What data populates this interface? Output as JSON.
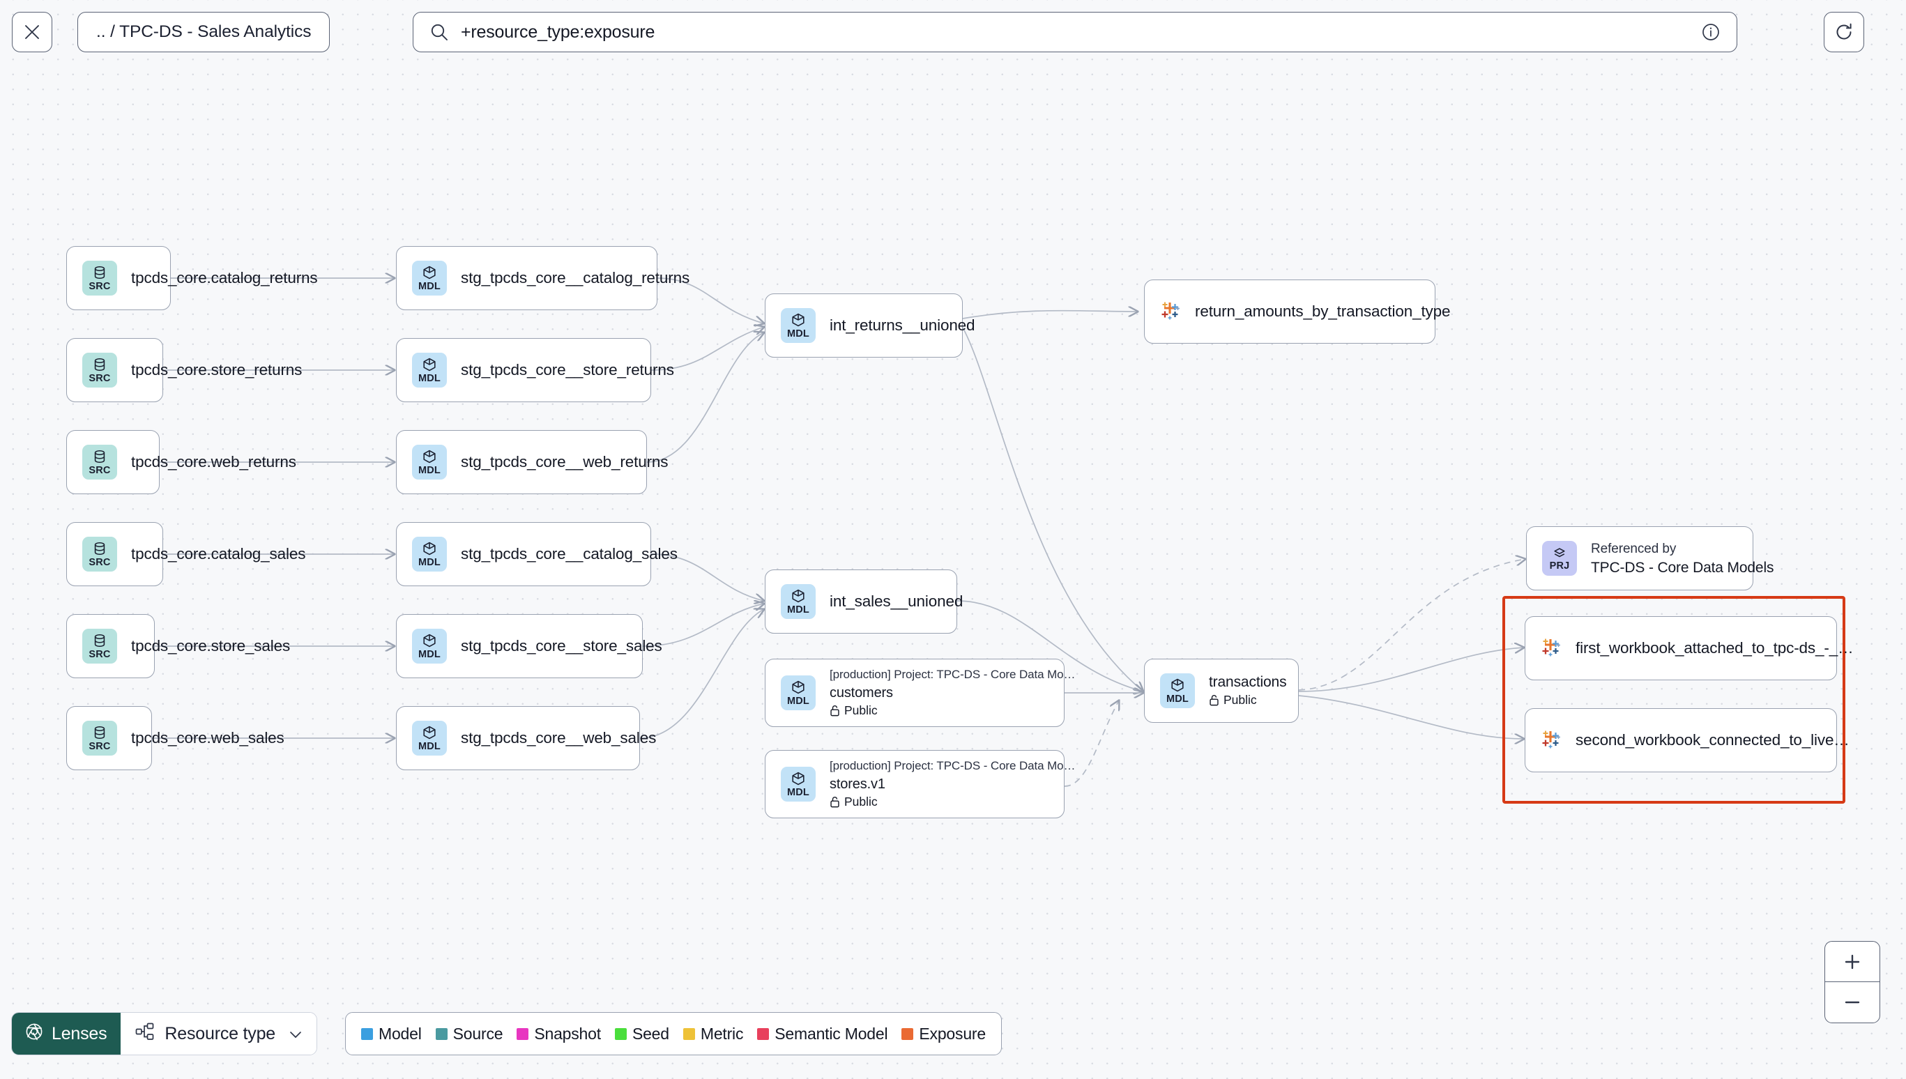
{
  "header": {
    "close_icon": "close-icon",
    "breadcrumb": ".. / TPC-DS - Sales Analytics",
    "search": {
      "icon": "search-icon",
      "value": "+resource_type:exposure",
      "placeholder": "Search",
      "info_icon": "info-circle-icon"
    },
    "refresh_icon": "refresh-icon"
  },
  "nodes": [
    {
      "id": "src_catalog_returns",
      "kind": "source",
      "abbr": "SRC",
      "title": "tpcds_core.catalog_returns"
    },
    {
      "id": "src_store_returns",
      "kind": "source",
      "abbr": "SRC",
      "title": "tpcds_core.store_returns"
    },
    {
      "id": "src_web_returns",
      "kind": "source",
      "abbr": "SRC",
      "title": "tpcds_core.web_returns"
    },
    {
      "id": "src_catalog_sales",
      "kind": "source",
      "abbr": "SRC",
      "title": "tpcds_core.catalog_sales"
    },
    {
      "id": "src_store_sales",
      "kind": "source",
      "abbr": "SRC",
      "title": "tpcds_core.store_sales"
    },
    {
      "id": "src_web_sales",
      "kind": "source",
      "abbr": "SRC",
      "title": "tpcds_core.web_sales"
    },
    {
      "id": "stg_catalog_returns",
      "kind": "model",
      "abbr": "MDL",
      "title": "stg_tpcds_core__catalog_returns"
    },
    {
      "id": "stg_store_returns",
      "kind": "model",
      "abbr": "MDL",
      "title": "stg_tpcds_core__store_returns"
    },
    {
      "id": "stg_web_returns",
      "kind": "model",
      "abbr": "MDL",
      "title": "stg_tpcds_core__web_returns"
    },
    {
      "id": "stg_catalog_sales",
      "kind": "model",
      "abbr": "MDL",
      "title": "stg_tpcds_core__catalog_sales"
    },
    {
      "id": "stg_store_sales",
      "kind": "model",
      "abbr": "MDL",
      "title": "stg_tpcds_core__store_sales"
    },
    {
      "id": "stg_web_sales",
      "kind": "model",
      "abbr": "MDL",
      "title": "stg_tpcds_core__web_sales"
    },
    {
      "id": "int_returns_unioned",
      "kind": "model",
      "abbr": "MDL",
      "title": "int_returns__unioned"
    },
    {
      "id": "int_sales_unioned",
      "kind": "model",
      "abbr": "MDL",
      "title": "int_sales__unioned"
    },
    {
      "id": "customers",
      "kind": "model",
      "abbr": "MDL",
      "sub": "[production] Project: TPC-DS - Core Data Mo…",
      "title": "customers",
      "access": "Public",
      "access_icon": "unlock-icon"
    },
    {
      "id": "stores_v1",
      "kind": "model",
      "abbr": "MDL",
      "sub": "[production] Project: TPC-DS - Core Data Mo…",
      "title": "stores.v1",
      "access": "Public",
      "access_icon": "unlock-icon"
    },
    {
      "id": "transactions",
      "kind": "model",
      "abbr": "MDL",
      "title": "transactions",
      "access": "Public",
      "access_icon": "unlock-icon"
    },
    {
      "id": "return_amounts",
      "kind": "exposure",
      "icon": "tableau-icon",
      "title": "return_amounts_by_transaction_type"
    },
    {
      "id": "referenced_by_project",
      "kind": "project",
      "abbr": "PRJ",
      "sub": "Referenced by",
      "title": "TPC-DS - Core Data Models"
    },
    {
      "id": "first_workbook",
      "kind": "exposure",
      "icon": "tableau-icon",
      "title": "first_workbook_attached_to_tpc-ds_-_…"
    },
    {
      "id": "second_workbook",
      "kind": "exposure",
      "icon": "tableau-icon",
      "title": "second_workbook_connected_to_live…"
    }
  ],
  "bottom_bar": {
    "lenses_label": "Lenses",
    "lenses_icon": "aperture-icon",
    "resource_type_label": "Resource type",
    "resource_type_icon": "hierarchy-icon",
    "chevron_icon": "chevron-down-icon"
  },
  "legend": {
    "items": [
      {
        "label": "Model",
        "color": "#3b9fe0"
      },
      {
        "label": "Source",
        "color": "#4a9aa0"
      },
      {
        "label": "Snapshot",
        "color": "#e836c0"
      },
      {
        "label": "Seed",
        "color": "#4ade3c"
      },
      {
        "label": "Metric",
        "color": "#eec238"
      },
      {
        "label": "Semantic Model",
        "color": "#e8405c"
      },
      {
        "label": "Exposure",
        "color": "#ea6a33"
      }
    ]
  },
  "zoom_controls": {
    "zoom_in": "+",
    "zoom_out": "−"
  },
  "highlight": {
    "color": "#d63a16"
  }
}
